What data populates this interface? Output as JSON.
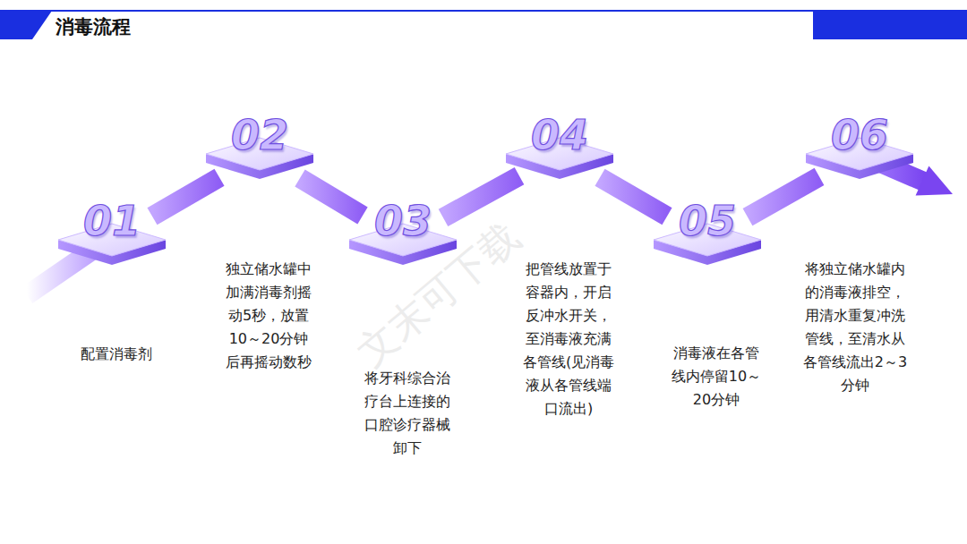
{
  "diagram": {
    "title": "消毒流程",
    "nodes": [
      {
        "text": [
          "01",
          "配置消毒剂"
        ]
      },
      {
        "text": [
          "02",
          "独立储水罐中加满消毒剂摇动5秒，放置10～20分钟后再摇动数秒"
        ]
      },
      {
        "text": [
          "03",
          "将牙科综合治疗台上连接的口腔诊疗器械卸下"
        ]
      },
      {
        "text": [
          "04",
          "把管线放置于容器内，开启反冲水开关，至消毒液充满各管线(见消毒液从各管线端口流出)"
        ]
      },
      {
        "text": [
          "05",
          "消毒液在各管线内停留10～20分钟"
        ]
      },
      {
        "text": [
          "06",
          "将独立储水罐内的消毒液排空，用清水重复冲洗管线，至清水从各管线流出2～3分钟"
        ]
      }
    ],
    "edges": [
      {
        "from": 0,
        "to": 1,
        "arrow": "none"
      },
      {
        "from": 1,
        "to": 2,
        "arrow": "none"
      },
      {
        "from": 2,
        "to": 3,
        "arrow": "none"
      },
      {
        "from": 3,
        "to": 4,
        "arrow": "none"
      },
      {
        "from": 4,
        "to": 5,
        "arrow": "none"
      }
    ],
    "labels": [
      "文末可下载"
    ]
  }
}
